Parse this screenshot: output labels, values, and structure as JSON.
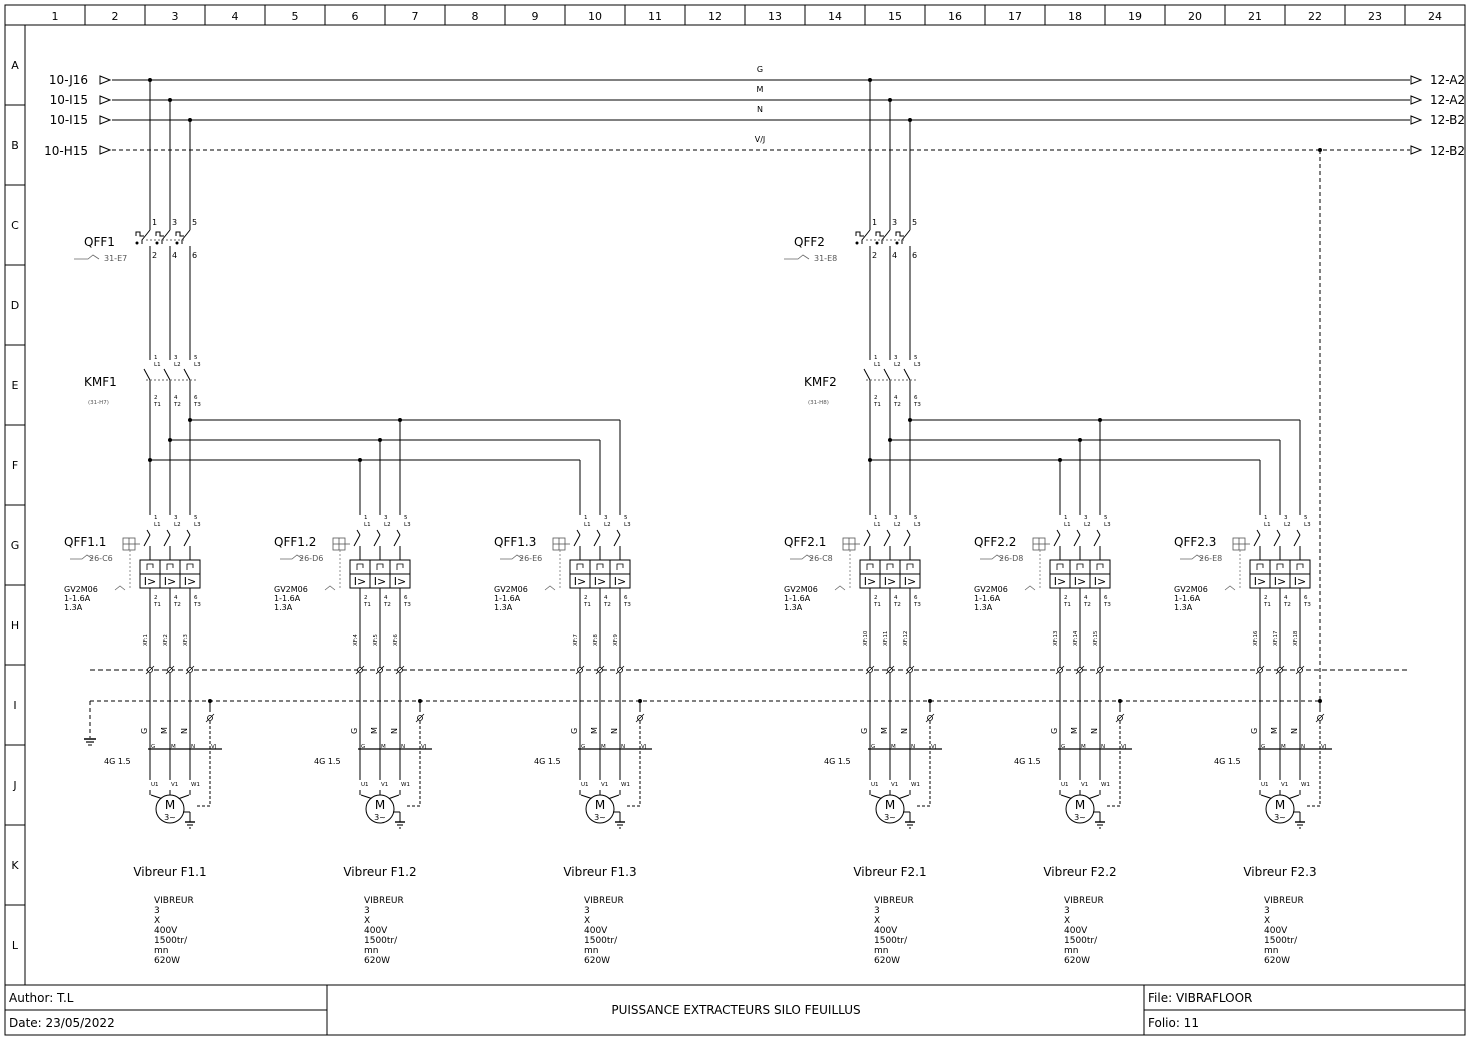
{
  "grid": {
    "columns": [
      "1",
      "2",
      "3",
      "4",
      "5",
      "6",
      "7",
      "8",
      "9",
      "10",
      "11",
      "12",
      "13",
      "14",
      "15",
      "16",
      "17",
      "18",
      "19",
      "20",
      "21",
      "22",
      "23",
      "24"
    ],
    "rows": [
      "A",
      "B",
      "C",
      "D",
      "E",
      "F",
      "G",
      "H",
      "I",
      "J",
      "K",
      "L"
    ]
  },
  "buses": [
    {
      "in_ref": "10-J16",
      "out_ref": "12-A2",
      "name": "G",
      "dashed": false
    },
    {
      "in_ref": "10-I15",
      "out_ref": "12-A2",
      "name": "M",
      "dashed": false
    },
    {
      "in_ref": "10-I15",
      "out_ref": "12-B2",
      "name": "N",
      "dashed": false
    },
    {
      "in_ref": "10-H15",
      "out_ref": "12-B2",
      "name": "V/J",
      "dashed": true
    }
  ],
  "breakers": [
    {
      "name": "QFF1",
      "ref": "31-E7",
      "terminals_top": [
        "1",
        "3",
        "5"
      ],
      "terminals_bottom": [
        "2",
        "4",
        "6"
      ]
    },
    {
      "name": "QFF2",
      "ref": "31-E8",
      "terminals_top": [
        "1",
        "3",
        "5"
      ],
      "terminals_bottom": [
        "2",
        "4",
        "6"
      ]
    }
  ],
  "contactors": [
    {
      "name": "KMF1",
      "ref": "(31-H7)"
    },
    {
      "name": "KMF2",
      "ref": "(31-H8)"
    }
  ],
  "contactor_terminals": {
    "top": [
      "1",
      "3",
      "5"
    ],
    "top_sub": [
      "L1",
      "L2",
      "L3"
    ],
    "bottom": [
      "2",
      "4",
      "6"
    ],
    "bottom_sub": [
      "T1",
      "T2",
      "T3"
    ]
  },
  "motor_protectors": [
    {
      "name": "QFF1.1",
      "ref": "26-C6",
      "model": "GV2M06",
      "range": "1-1.6A",
      "setting": "1.3A"
    },
    {
      "name": "QFF1.2",
      "ref": "26-D6",
      "model": "GV2M06",
      "range": "1-1.6A",
      "setting": "1.3A"
    },
    {
      "name": "QFF1.3",
      "ref": "26-E6",
      "model": "GV2M06",
      "range": "1-1.6A",
      "setting": "1.3A"
    },
    {
      "name": "QFF2.1",
      "ref": "26-C8",
      "model": "GV2M06",
      "range": "1-1.6A",
      "setting": "1.3A"
    },
    {
      "name": "QFF2.2",
      "ref": "26-D8",
      "model": "GV2M06",
      "range": "1-1.6A",
      "setting": "1.3A"
    },
    {
      "name": "QFF2.3",
      "ref": "26-E8",
      "model": "GV2M06",
      "range": "1-1.6A",
      "setting": "1.3A"
    }
  ],
  "trip_symbol": "I>",
  "terminal_blocks": [
    [
      "XF:1",
      "XF:2",
      "XF:3"
    ],
    [
      "XF:4",
      "XF:5",
      "XF:6"
    ],
    [
      "XF:7",
      "XF:8",
      "XF:9"
    ],
    [
      "XF:10",
      "XF:11",
      "XF:12"
    ],
    [
      "XF:13",
      "XF:14",
      "XF:15"
    ],
    [
      "XF:16",
      "XF:17",
      "XF:18"
    ]
  ],
  "cable": {
    "section": "4G 1.5",
    "cores": [
      "G",
      "M",
      "N"
    ],
    "core_marks": [
      "G",
      "M",
      "N",
      "VJ"
    ],
    "motor_terminals": [
      "U1",
      "V1",
      "W1"
    ]
  },
  "motor_symbol": {
    "top": "M",
    "bottom": "3~"
  },
  "motors": [
    {
      "name": "Vibreur F1.1",
      "spec": [
        "VIBREUR",
        "3",
        "X",
        "400V",
        "1500tr/",
        "mn",
        "620W"
      ]
    },
    {
      "name": "Vibreur F1.2",
      "spec": [
        "VIBREUR",
        "3",
        "X",
        "400V",
        "1500tr/",
        "mn",
        "620W"
      ]
    },
    {
      "name": "Vibreur F1.3",
      "spec": [
        "VIBREUR",
        "3",
        "X",
        "400V",
        "1500tr/",
        "mn",
        "620W"
      ]
    },
    {
      "name": "Vibreur F2.1",
      "spec": [
        "VIBREUR",
        "3",
        "X",
        "400V",
        "1500tr/",
        "mn",
        "620W"
      ]
    },
    {
      "name": "Vibreur F2.2",
      "spec": [
        "VIBREUR",
        "3",
        "X",
        "400V",
        "1500tr/",
        "mn",
        "620W"
      ]
    },
    {
      "name": "Vibreur F2.3",
      "spec": [
        "VIBREUR",
        "3",
        "X",
        "400V",
        "1500tr/",
        "mn",
        "620W"
      ]
    }
  ],
  "title_block": {
    "author": "Author: T.L",
    "date": "Date: 23/05/2022",
    "title": "PUISSANCE EXTRACTEURS SILO FEUILLUS",
    "file": "File: VIBRAFLOOR",
    "folio": "Folio: 11"
  },
  "colors": {
    "line": "#000000",
    "dashed": "#555555",
    "background": "#ffffff"
  }
}
